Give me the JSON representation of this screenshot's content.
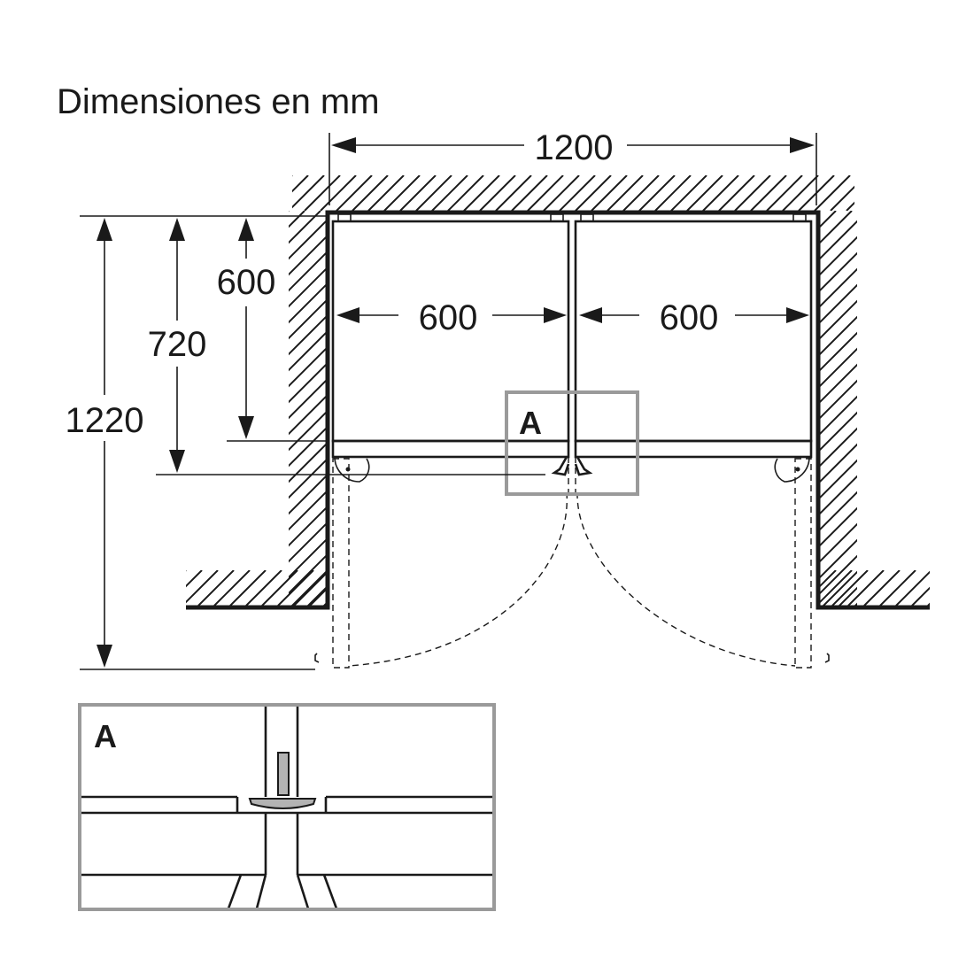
{
  "title": "Dimensiones en mm",
  "dimensions": {
    "total_width": "1200",
    "unit_width_left": "600",
    "unit_width_right": "600",
    "depth_body": "600",
    "depth_with_doors": "720",
    "depth_doors_open": "1220"
  },
  "detail": {
    "marker_label": "A",
    "inset_label": "A"
  },
  "colors": {
    "line": "#1a1a1a",
    "detail_frame": "#9a9a9a",
    "handle_fill": "#b3b3b3",
    "background": "#ffffff"
  }
}
